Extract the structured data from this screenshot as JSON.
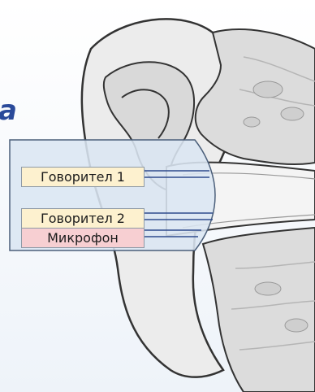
{
  "labels": {
    "speaker_1": "Говорител 1",
    "speaker_2": "Говорител 2",
    "microphone": "Микрофон"
  },
  "colors": {
    "speaker_fill": "#fdf1cf",
    "microphone_fill": "#f7cfd2",
    "panel_fill": "#dbe6f3",
    "connector": "#2f4b8c",
    "tissue": "#e9e9e9",
    "bone": "#d6d6d6",
    "outline": "#3a3a3a"
  },
  "fragment_text": "a"
}
